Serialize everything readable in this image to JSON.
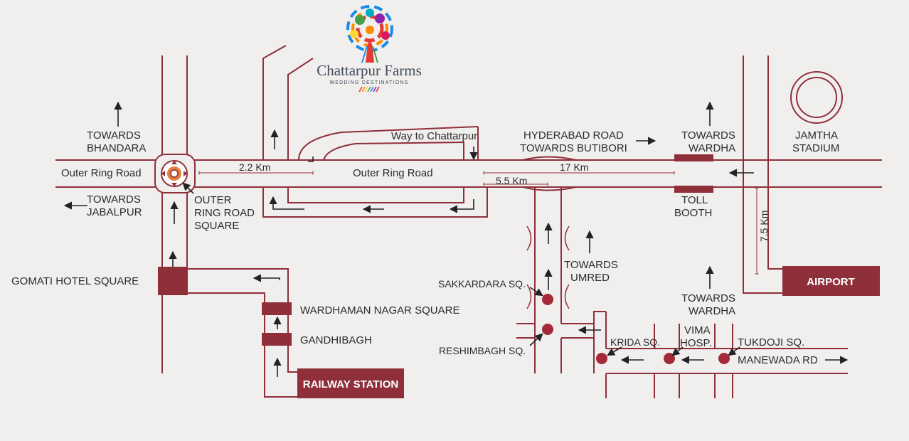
{
  "logo": {
    "title": "Chattarpur Farms",
    "subtitle": "WEDDING DESTINATIONS",
    "colors": [
      "#e53935",
      "#fb8c00",
      "#fdd835",
      "#43a047",
      "#1e88e5",
      "#8e24aa",
      "#d81b60",
      "#00acc1"
    ]
  },
  "colors": {
    "road": "#8e2f3a",
    "marker": "#a32a36",
    "background": "#f1efee",
    "text": "#2b2b2b"
  },
  "labels": {
    "towards_bhandara_1": "TOWARDS",
    "towards_bhandara_2": "BHANDARA",
    "outer_ring_road_left": "Outer Ring Road",
    "towards_jabalpur_1": "TOWARDS",
    "towards_jabalpur_2": "JABALPUR",
    "orr_square_1": "OUTER",
    "orr_square_2": "RING ROAD",
    "orr_square_3": "SQUARE",
    "dist_2_2": "2.2 Km",
    "outer_ring_road_center": "Outer Ring Road",
    "way_to_chattarpur": "Way to Chattarpur",
    "hyderabad_road_1": "HYDERABAD ROAD",
    "hyderabad_road_2": "TOWARDS BUTIBORI",
    "dist_17": "17 Km",
    "dist_5_5": "5.5 Km",
    "towards_wardha_top_1": "TOWARDS",
    "towards_wardha_top_2": "WARDHA",
    "toll_booth_1": "TOLL",
    "toll_booth_2": "BOOTH",
    "jamtha_1": "JAMTHA",
    "jamtha_2": "STADIUM",
    "dist_7_5": "7.5 Km",
    "airport": "AIRPORT",
    "gomati_hotel_square": "GOMATI HOTEL SQUARE",
    "wardhaman_nagar_square": "WARDHAMAN NAGAR SQUARE",
    "gandhibagh": "GANDHIBAGH",
    "railway_station": "RAILWAY STATION",
    "towards_umred_1": "TOWARDS",
    "towards_umred_2": "UMRED",
    "sakkardara_sq": "SAKKARDARA SQ.",
    "reshimbagh_sq": "RESHIMBAGH SQ.",
    "towards_wardha_bottom_1": "TOWARDS",
    "towards_wardha_bottom_2": "WARDHA",
    "krida_sq": "KRIDA SQ.",
    "vima_hosp_1": "VIMA",
    "vima_hosp_2": "HOSP.",
    "tukdoji_sq": "TUKDOJI SQ.",
    "manewada_rd": "MANEWADA RD"
  }
}
